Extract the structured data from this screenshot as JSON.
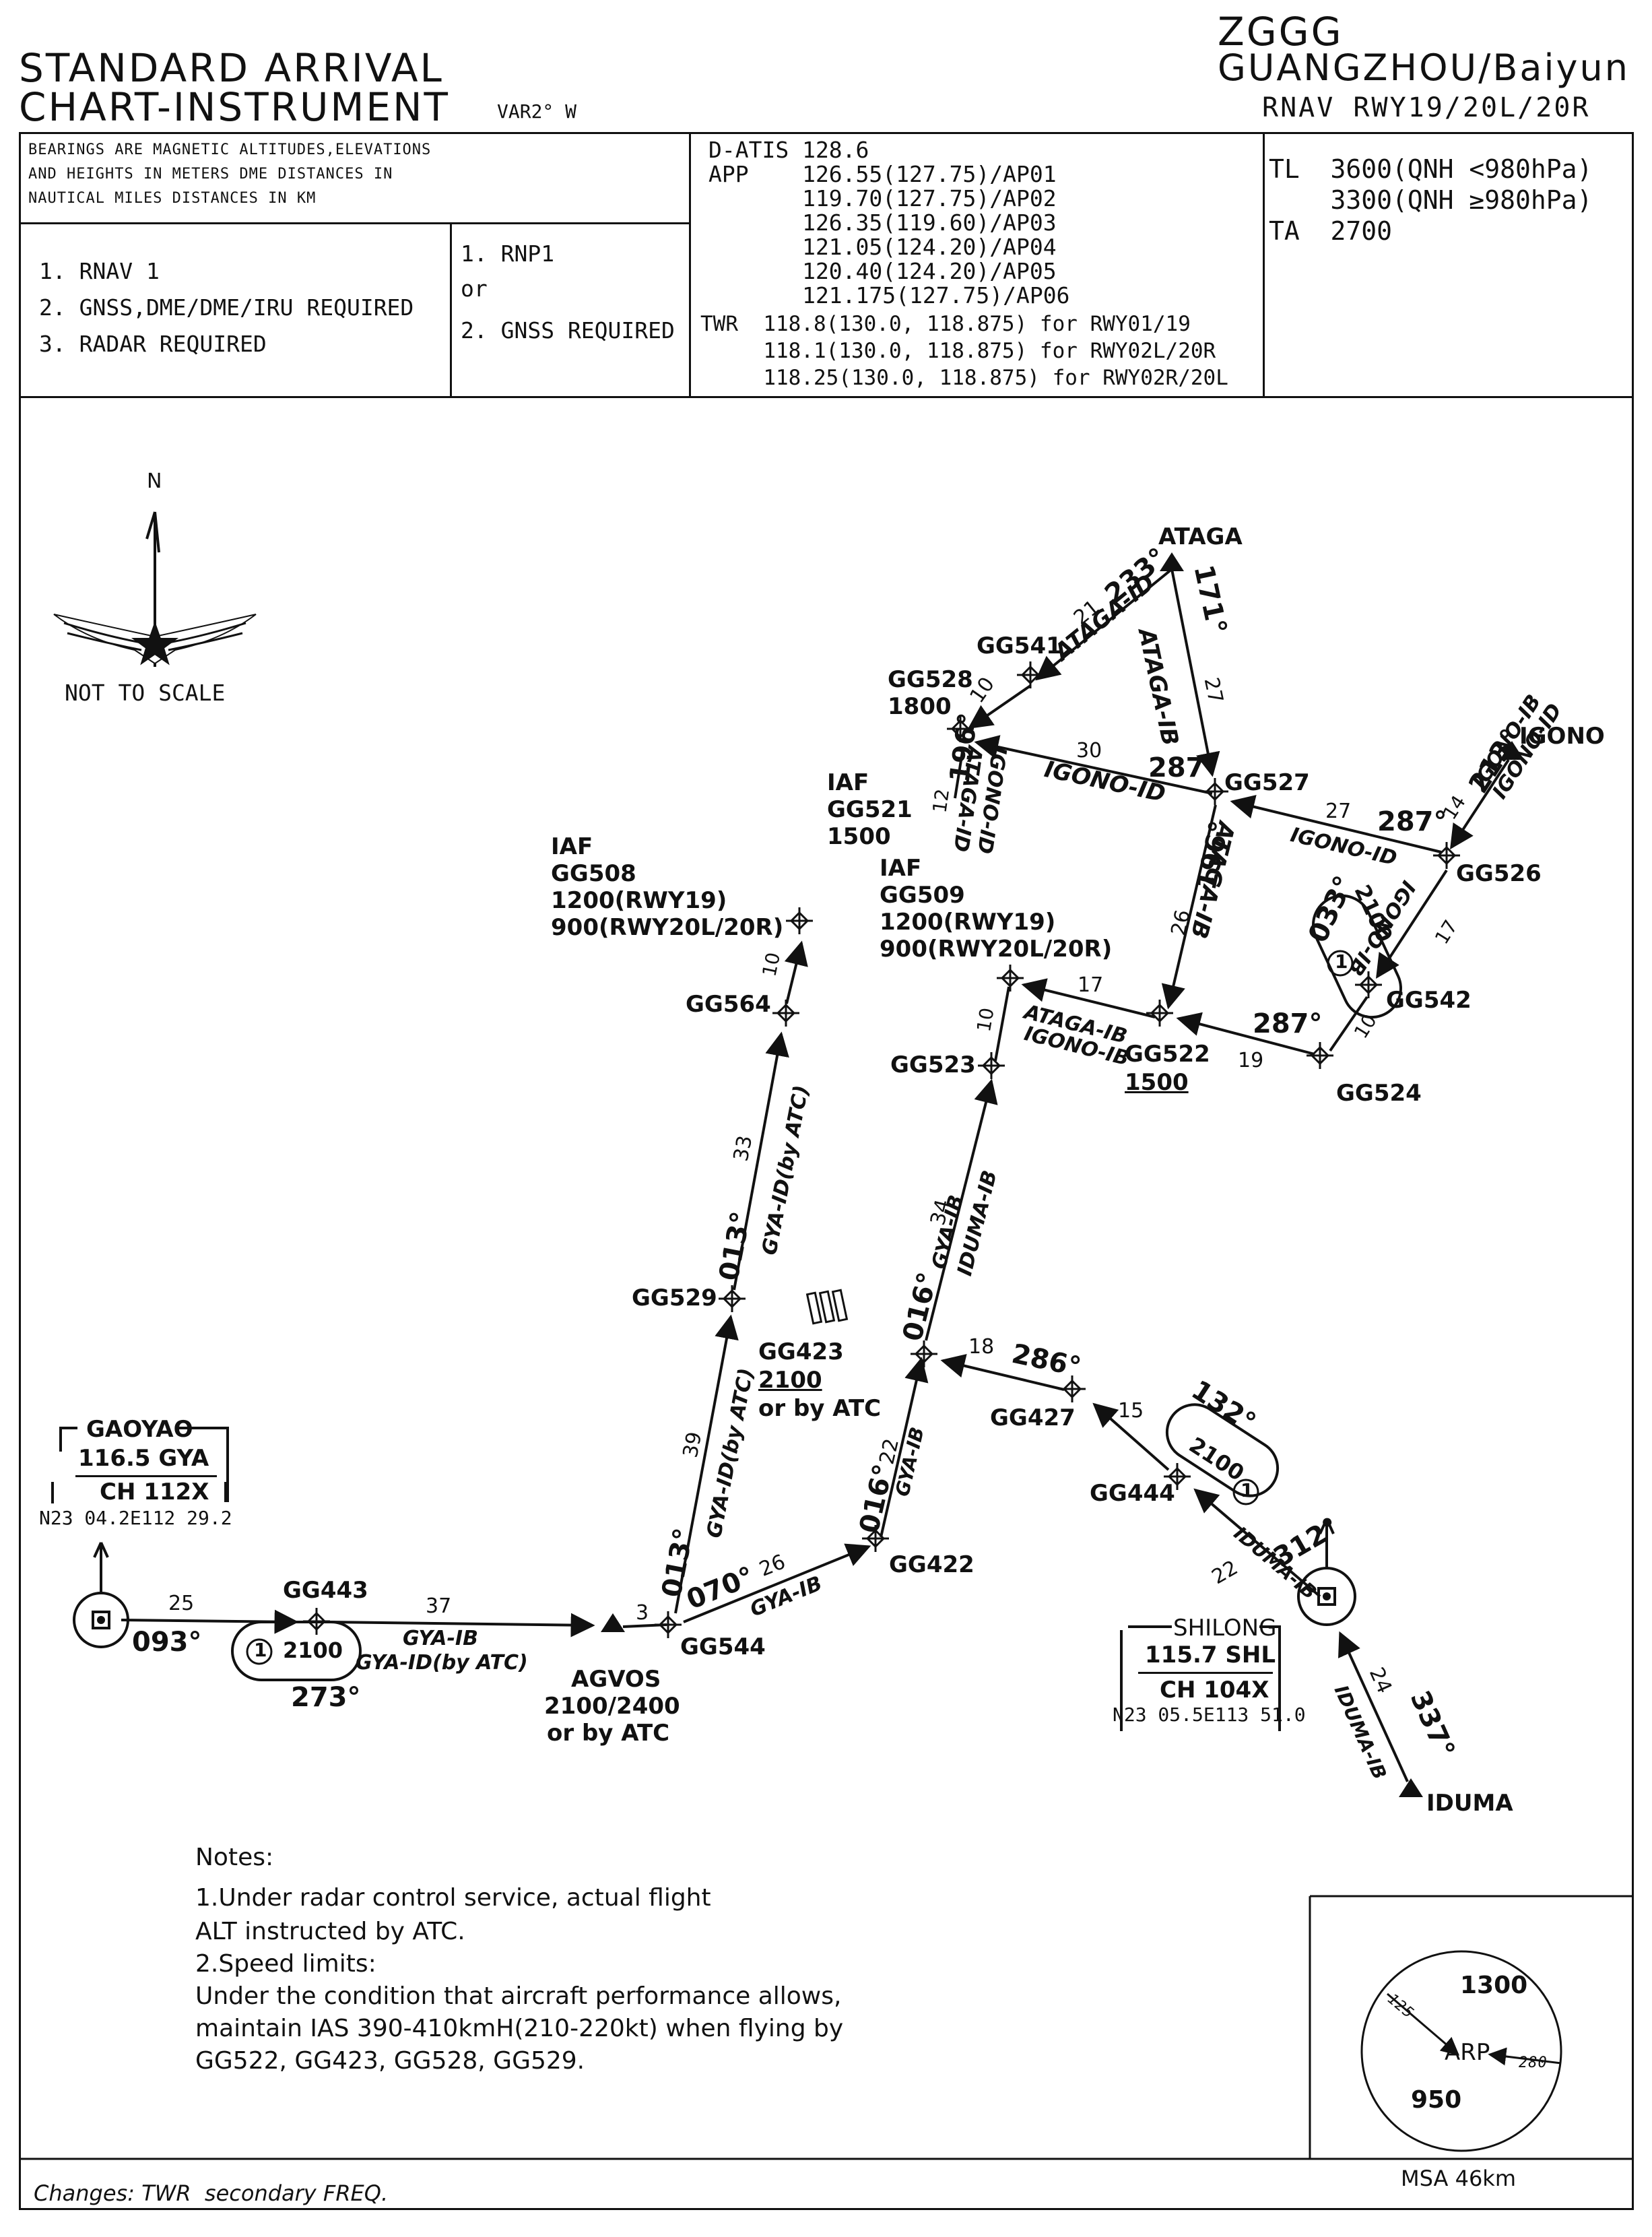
{
  "header": {
    "title_line1": "STANDARD ARRIVAL",
    "title_line2": "CHART-INSTRUMENT",
    "variation": "VAR2° W",
    "icao": "ZGGG",
    "airport": "GUANGZHOU/Baiyun",
    "procedure": "RNAV RWY19/20L/20R"
  },
  "info": {
    "units_line1": "BEARINGS ARE MAGNETIC ALTITUDES,ELEVATIONS",
    "units_line2": "AND HEIGHTS IN METERS DME DISTANCES IN",
    "units_line3": "NAUTICAL MILES DISTANCES IN KM",
    "req1": "1. RNAV 1",
    "req2": "2. GNSS,DME/DME/IRU REQUIRED",
    "req3": "3. RADAR REQUIRED",
    "alt1": "1. RNP1",
    "alt_or": "or",
    "alt2": "2. GNSS REQUIRED",
    "freq": [
      "D-ATIS 128.6",
      "APP    126.55(127.75)/AP01",
      "       119.70(127.75)/AP02",
      "       126.35(119.60)/AP03",
      "       121.05(124.20)/AP04",
      "       120.40(124.20)/AP05",
      "       121.175(127.75)/AP06",
      "TWR  118.8(130.0, 118.875) for RWY01/19",
      "     118.1(130.0, 118.875) for RWY02L/20R",
      "     118.25(130.0, 118.875) for RWY02R/20L"
    ],
    "tl1": "TL  3600(QNH <980hPa)",
    "tl2": "    3300(QNH ≥980hPa)",
    "ta": "TA  2700"
  },
  "compass": {
    "north": "N",
    "scale_note": "NOT TO SCALE"
  },
  "waypoints": {
    "ataga": "ATAGA",
    "igono": "IGONO",
    "iduma": "IDUMA",
    "gg541": "GG541",
    "gg528": "GG528",
    "gg528_alt": "1800",
    "iaf": "IAF",
    "gg521": "GG521",
    "gg521_alt": "1500",
    "gg527": "GG527",
    "gg526": "GG526",
    "gg542": "GG542",
    "gg524": "GG524",
    "gg522": "GG522",
    "gg522_alt": "1500",
    "gg523": "GG523",
    "gg509": "GG509",
    "gg509_alt1": "1200(RWY19)",
    "gg509_alt2": "900(RWY20L/20R)",
    "gg508": "GG508",
    "gg508_alt1": "1200(RWY19)",
    "gg508_alt2": "900(RWY20L/20R)",
    "gg564": "GG564",
    "gg529": "GG529",
    "gg423": "GG423",
    "gg423_alt": "2100",
    "gg423_atc": "or by ATC",
    "gg427": "GG427",
    "gg444": "GG444",
    "gg422": "GG422",
    "gg544": "GG544",
    "gg443": "GG443",
    "agvos": "AGVOS",
    "agvos_alt": "2100/2400",
    "agvos_atc": "or by ATC"
  },
  "navaids": {
    "gaoyao": {
      "name": "GAOYAO",
      "freq": "116.5 GYA",
      "ch": "CH 112X",
      "coord": "N23 04.2E112 29.2"
    },
    "shilong": {
      "name": "SHILONG",
      "freq": "115.7 SHL",
      "ch": "CH 104X",
      "coord": "N23 05.5E113 51.0"
    }
  },
  "routes": {
    "ataga_id": "ATAGA-ID",
    "ataga_ib": "ATAGA-IB",
    "igono_id": "IGONO-ID",
    "igono_ib": "IGONO-IB",
    "gya_ib": "GYA-IB",
    "gya_id_atc": "GYA-ID(by ATC)",
    "iduma_ib": "IDUMA-IB"
  },
  "legs": {
    "d21": "21",
    "b233": "233°",
    "b171": "171°",
    "d27a": "27",
    "d10a": "10",
    "d30": "30",
    "b287a": "287°",
    "b196a": "196°",
    "d12": "12",
    "d27b": "27",
    "b287b": "287°",
    "d14": "14",
    "b213": "213°",
    "b196b": "196°",
    "d26a": "26",
    "b033": "033°",
    "h2100a": "2100",
    "d17a": "17",
    "d17b": "17",
    "b287c": "287°",
    "d10b": "10",
    "d19": "19",
    "d10c": "10",
    "d10d": "10",
    "d33": "33",
    "b013a": "013°",
    "d34": "34",
    "b016a": "016°",
    "d18": "18",
    "b286": "286°",
    "d15": "15",
    "b132": "132°",
    "h2100b": "2100",
    "b312": "312°",
    "d22a": "22",
    "d24": "24",
    "b337": "337°",
    "d39": "39",
    "b013b": "013°",
    "b016b": "016°",
    "d22b": "22",
    "b070": "070°",
    "d26b": "26",
    "d3": "3",
    "d25": "25",
    "d37": "37",
    "b093": "093°",
    "h2100c": "2100",
    "b273": "273°",
    "hold_num": "1"
  },
  "notes": {
    "title": "Notes:",
    "line1": "1.Under radar control service, actual flight",
    "line2": "ALT instructed by ATC.",
    "line3": "2.Speed limits:",
    "line4": "Under the condition that aircraft performance allows,",
    "line5": "maintain IAS 390-410kmH(210-220kt) when flying by",
    "line6": "GG522, GG423, GG528, GG529."
  },
  "msa": {
    "alt_north": "1300",
    "alt_south": "950",
    "b125": "125",
    "b280": "280",
    "arp": "ARP",
    "label": "MSA 46km"
  },
  "footer": {
    "changes": "Changes: TWR  secondary FREQ."
  }
}
